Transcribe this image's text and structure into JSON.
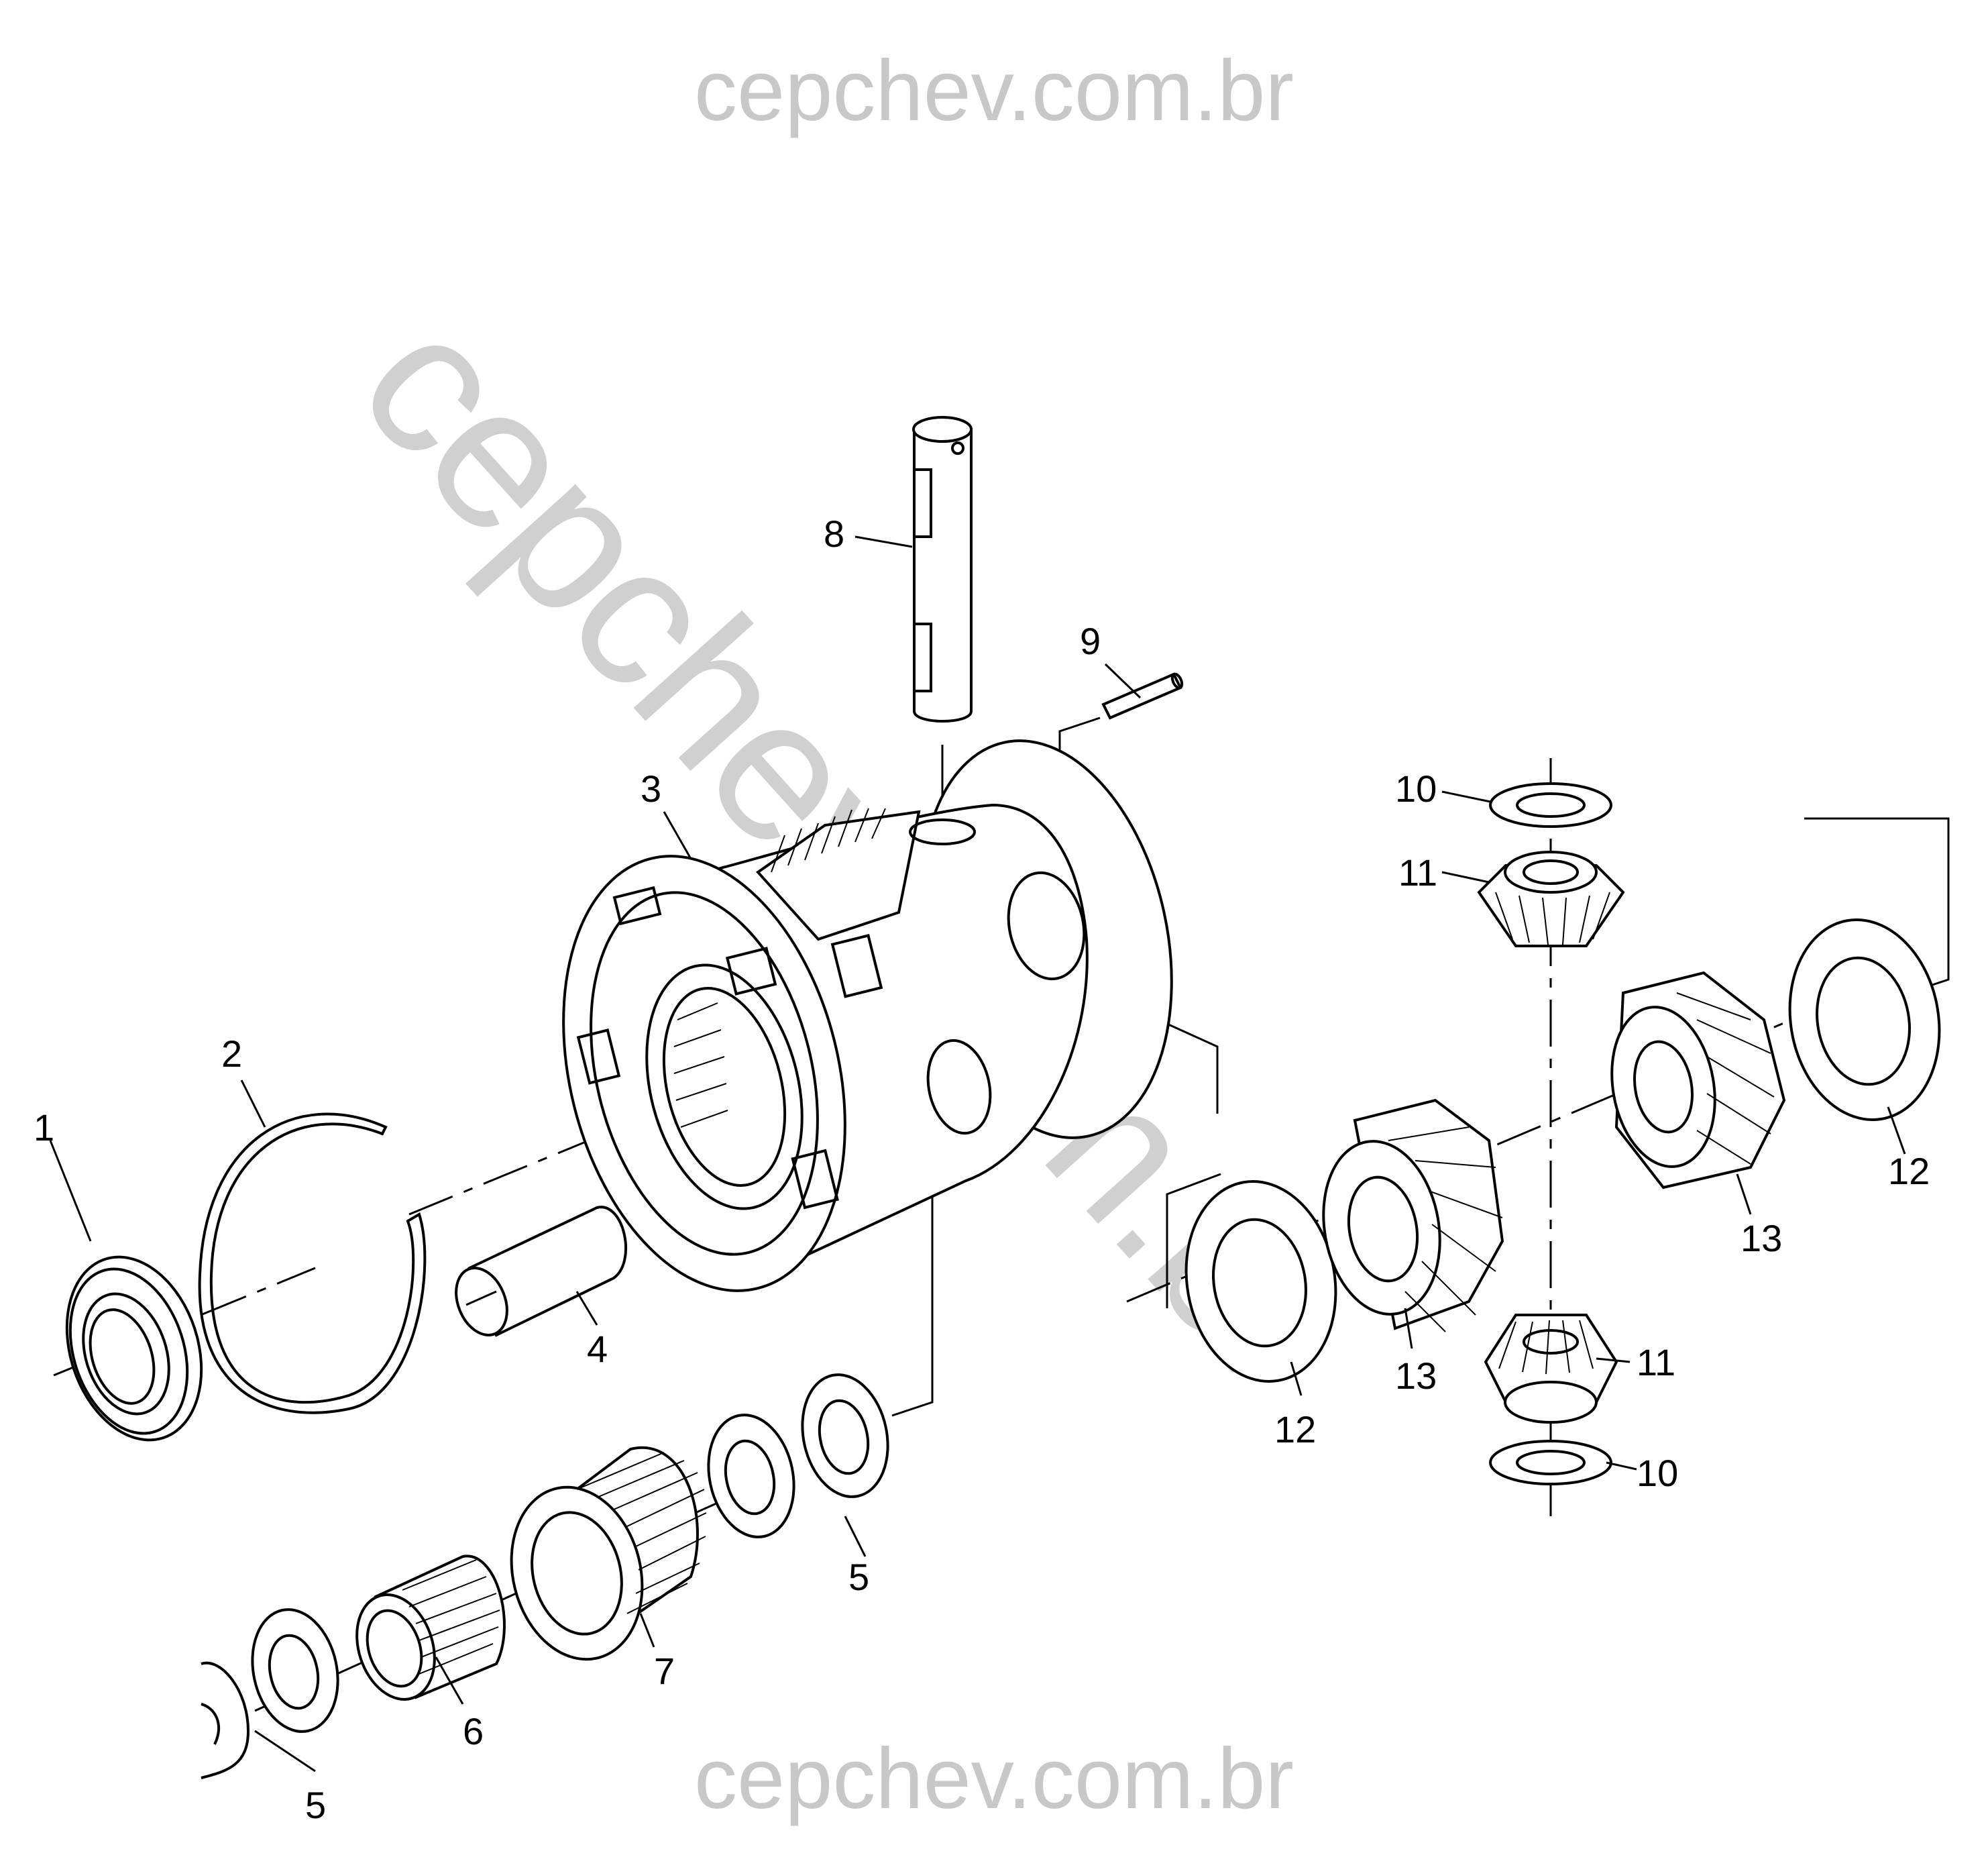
{
  "watermark": {
    "top": "cepchev.com.br",
    "bottom": "cepchev.com.br",
    "diagonal": "cepchev.com.br"
  },
  "callouts": {
    "c1": "1",
    "c2": "2",
    "c3": "3",
    "c4": "4",
    "c5a": "5",
    "c5b": "5",
    "c6": "6",
    "c7": "7",
    "c8": "8",
    "c9": "9",
    "c10a": "10",
    "c10b": "10",
    "c11a": "11",
    "c11b": "11",
    "c12a": "12",
    "c12b": "12",
    "c13a": "13",
    "c13b": "13"
  }
}
